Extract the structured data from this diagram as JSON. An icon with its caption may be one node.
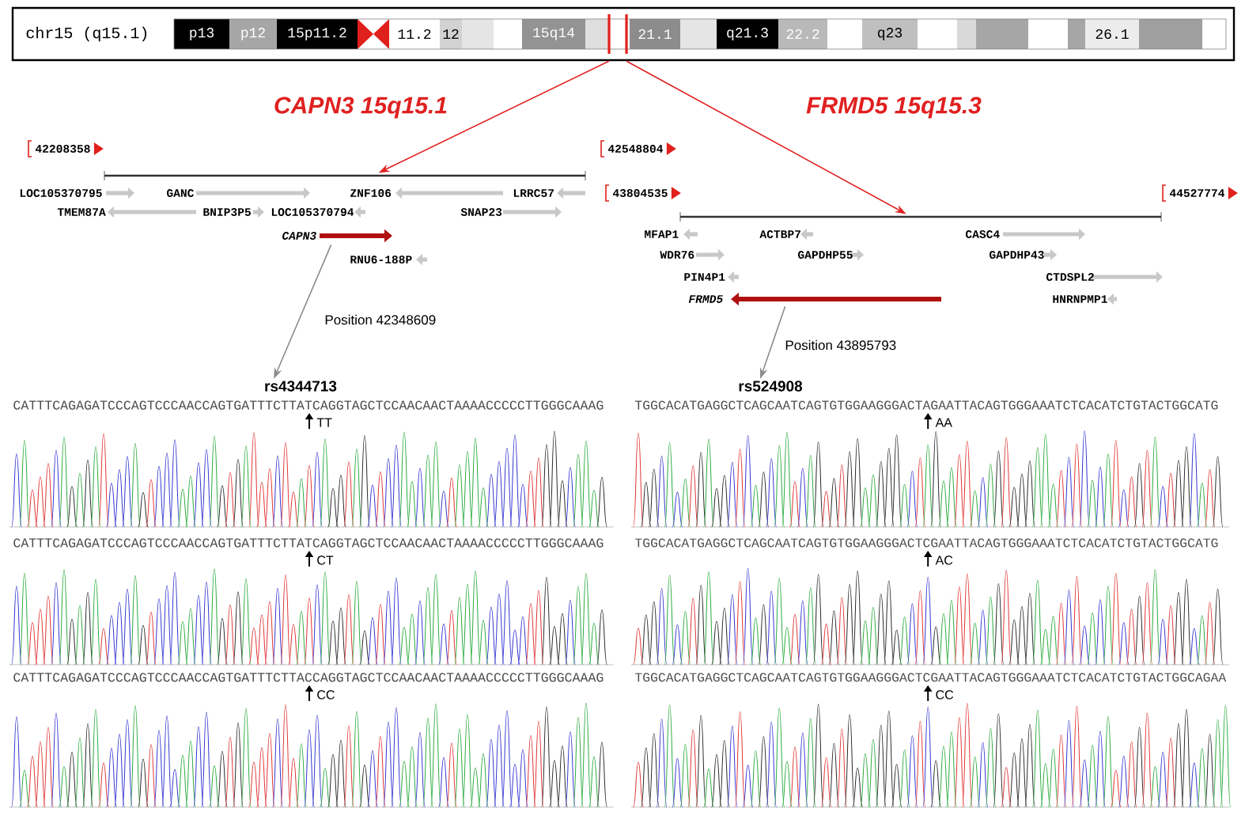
{
  "diagram": {
    "nodes": [
      {
        "text": [
          "chr15 (q15.1)",
          "p13",
          "p12",
          "15p11.2",
          "11.2",
          "12",
          "15q14",
          "21.1",
          "q21.3",
          "22.2",
          "q23",
          "26.1"
        ]
      },
      {
        "text": [],
        "shape": "bar"
      },
      {
        "text": [],
        "shape": "bar"
      },
      {
        "text": [
          "*CAPN3*"
        ]
      },
      {
        "text": [
          "rs4344713"
        ]
      },
      {
        "text": [
          "*FRMD5*"
        ]
      },
      {
        "text": [
          "rs524908"
        ]
      }
    ],
    "edges": [
      {
        "from": 0,
        "to": 1,
        "arrow": "to",
        "label": "*CAPN3* 15q15.1",
        "color": "#e02020"
      },
      {
        "from": 0,
        "to": 2,
        "arrow": "to",
        "label": "*FRMD5* 15q15.3",
        "color": "#e02020"
      },
      {
        "from": 3,
        "to": 4,
        "arrow": "to",
        "label": "Position 42348609",
        "color": "#8c8c8c"
      },
      {
        "from": 5,
        "to": 6,
        "arrow": "to",
        "label": "Position 43895793",
        "color": "#8c8c8c"
      }
    ],
    "labels": [
      "42208358",
      "42548804",
      "LOC105370795",
      "GANC",
      "ZNF106",
      "LRRC57",
      "43804535",
      "44527774",
      "TMEM87A",
      "BNIP3P5",
      "LOC105370794",
      "SNAP23",
      "MFAP1",
      "ACTBP7",
      "CASC4",
      "WDR76",
      "GAPDHP55",
      "GAPDHP43",
      "RNU6-188P",
      "PIN4P1",
      "CTDSPL2",
      "HNRNPMP1",
      "CATTTCAGAGATCCCAGTCCCAACCAGTGATTTCTTATCAGGTAGCTCCAACAACTAAAACCCCCTTGGGCAAAG",
      "TT",
      "TGGCACATGAGGCTCAGCAATCAGTGTGGAAGGGACTAGAATTACAGTGGGAAATCTCACATCTGTACTGGCATG",
      "AA",
      "CATTTCAGAGATCCCAGTCCCAACCAGTGATTTCTTATCAGGTAGCTCCAACAACTAAAACCCCCTTGGGCAAAG",
      "CT",
      "TGGCACATGAGGCTCAGCAATCAGTGTGGAAGGGACTCGAATTACAGTGGGAAATCTCACATCTGTACTGGCATG",
      "AC",
      "CATTTCAGAGATCCCAGTCCCAACCAGTGATTTCTTACCAGGTAGCTCCAACAACTAAAACCCCCTTGGGCAAAG",
      "CC",
      "TGGCACATGAGGCTCAGCAATCAGTGTGGAAGGGACTCGAATTACAGTGGGAAATCTCACATCTGTACTGGCAGAA",
      "CC"
    ]
  }
}
